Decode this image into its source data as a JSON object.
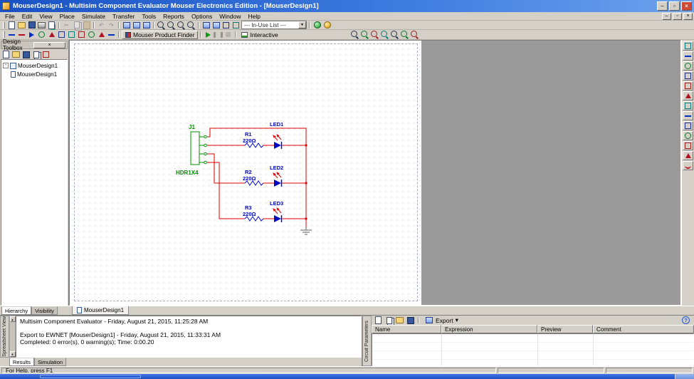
{
  "titlebar": {
    "title": "MouserDesign1 - Multisim Component Evaluator Mouser Electronics Edition - [MouserDesign1]"
  },
  "menubar": {
    "items": [
      "File",
      "Edit",
      "View",
      "Place",
      "Simulate",
      "Transfer",
      "Tools",
      "Reports",
      "Options",
      "Window",
      "Help"
    ]
  },
  "toolbar1": {
    "in_use_list": "--- In-Use List ---"
  },
  "toolbar2": {
    "mouser": "Mouser Product Finder",
    "interactive": "Interactive"
  },
  "design_toolbox": {
    "title": "Design Toolbox",
    "root": "MouserDesign1",
    "child": "MouserDesign1",
    "tabs": [
      "Hierarchy",
      "Visibility"
    ]
  },
  "canvas": {
    "tab": "MouserDesign1"
  },
  "circuit": {
    "connector": {
      "ref": "J1",
      "part": "HDR1X4"
    },
    "branches": [
      {
        "res_ref": "R1",
        "res_val": "220Ω",
        "led_ref": "LED1"
      },
      {
        "res_ref": "R2",
        "res_val": "220Ω",
        "led_ref": "LED2"
      },
      {
        "res_ref": "R3",
        "res_val": "220Ω",
        "led_ref": "LED3"
      }
    ],
    "colors": {
      "wire": "#e00000",
      "component": "#0008c0",
      "connector": "#009000",
      "ground": "#7a7a7a"
    }
  },
  "spreadsheet_view": {
    "label": "Spreadsheet View",
    "lines": [
      "Multisim Component Evaluator  -  Friday, August 21, 2015, 11:25:28 AM",
      "Export to EWNET [MouserDesign1]  -  Friday, August 21, 2015, 11:33:31 AM",
      "Completed:  0 error(s), 0 warning(s);  Time: 0:00.20"
    ],
    "tabs": [
      "Results",
      "Simulation"
    ]
  },
  "circuit_parameters": {
    "label": "Circuit Parameters",
    "export": "Export",
    "columns": [
      "Name",
      "Expression",
      "Preview",
      "Comment"
    ]
  },
  "statusbar": {
    "help": "For Help, press F1"
  },
  "icons": {
    "minimize": "–",
    "restore": "▫",
    "close": "×",
    "combo_arrow": "▼",
    "undo": "↶",
    "redo": "↷",
    "cut": "✂",
    "scroll_up": "▲",
    "scroll_down": "▼",
    "export_arrow": "▾",
    "help": "?",
    "collapse": "-"
  }
}
